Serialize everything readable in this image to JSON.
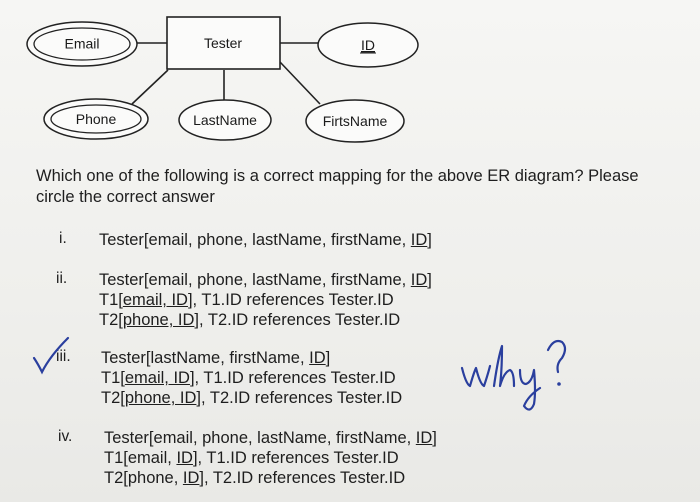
{
  "diagram": {
    "entity": "Tester",
    "attributes": {
      "email": "Email",
      "phone": "Phone",
      "lastname": "LastName",
      "firstname": "FirtsName",
      "id": "ID"
    }
  },
  "question": {
    "line1": "Which one of the following is a correct mapping for the above ER diagram? Please",
    "line2": "circle the correct answer"
  },
  "options": [
    {
      "num": "i.",
      "l1_pre": "Tester[email, phone, lastName, firstName, ",
      "l1_key": "ID",
      "l1_post": "]"
    },
    {
      "num": "ii.",
      "l1_pre": "Tester[email, phone, lastName, firstName, ",
      "l1_key": "ID",
      "l1_post": "]",
      "l2_pre": "T1[",
      "l2_key": "email, ID",
      "l2_post": "], T1.ID references Tester.ID",
      "l3_pre": "T2[",
      "l3_key": "phone, ID",
      "l3_post": "], T2.ID references Tester.ID"
    },
    {
      "num": "iii.",
      "l1_pre": "Tester[lastName, firstName, ",
      "l1_key": "ID",
      "l1_post": "]",
      "l2_pre": "T1[",
      "l2_key": "email, ID",
      "l2_post": "], T1.ID references Tester.ID",
      "l3_pre": "T2[",
      "l3_key": "phone, ID",
      "l3_post": "], T2.ID references Tester.ID"
    },
    {
      "num": "iv.",
      "l1_pre": "Tester[email, phone, lastName, firstName, ",
      "l1_key": "ID",
      "l1_post": "]",
      "l2_pre": "T1[email, ",
      "l2_key": "ID",
      "l2_post": "], T1.ID references Tester.ID",
      "l3_pre": "T2[phone, ",
      "l3_key": "ID",
      "l3_post": "], T2.ID references Tester.ID"
    }
  ],
  "handwriting": {
    "note": "why?",
    "color": "#2a3f9e"
  }
}
